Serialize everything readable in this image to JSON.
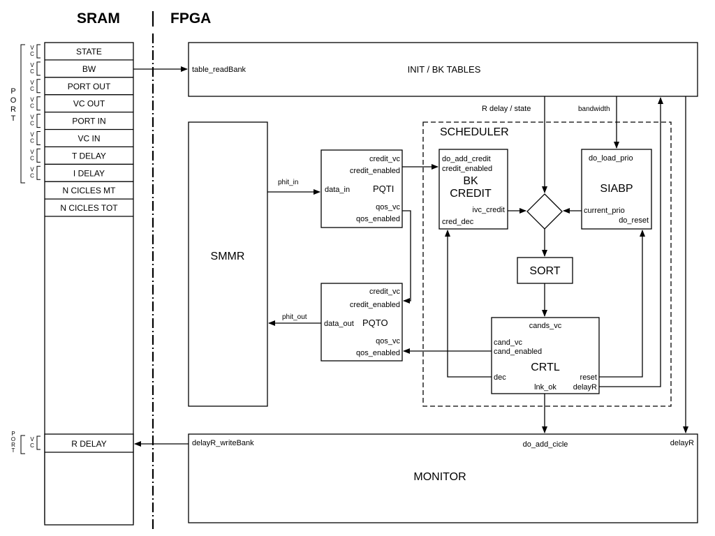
{
  "headers": {
    "left": "SRAM",
    "right": "FPGA"
  },
  "sram_rows": [
    "STATE",
    "BW",
    "PORT OUT",
    "VC OUT",
    "PORT IN",
    "VC IN",
    "T DELAY",
    "I DELAY",
    "N CICLES MT",
    "N CICLES TOT"
  ],
  "sram_rdelay": "R DELAY",
  "vc_tag": [
    "V",
    "C"
  ],
  "port_tag": [
    "P",
    "O",
    "R",
    "T"
  ],
  "blocks": {
    "init": {
      "title": "INIT / BK TABLES",
      "port_in": "table_readBank"
    },
    "smmr": {
      "title": "SMMR"
    },
    "scheduler": {
      "title": "SCHEDULER"
    },
    "pqti": {
      "title": "PQTI",
      "ports": [
        "credit_vc",
        "credit_enabled",
        "data_in",
        "qos_vc",
        "qos_enabled"
      ]
    },
    "pqto": {
      "title": "PQTO",
      "ports": [
        "credit_vc",
        "credit_enabled",
        "data_out",
        "qos_vc",
        "qos_enabled"
      ]
    },
    "bkcredit": {
      "title1": "BK",
      "title2": "CREDIT",
      "ports": [
        "do_add_credit",
        "credit_enabled",
        "ivc_credit",
        "cred_dec"
      ]
    },
    "siabp": {
      "title": "SIABP",
      "ports": [
        "do_load_prio",
        "current_prio",
        "do_reset"
      ]
    },
    "sort": {
      "title": "SORT"
    },
    "crtl": {
      "title": "CRTL",
      "ports": [
        "cands_vc",
        "cand_vc",
        "cand_enabled",
        "dec",
        "lnk_ok",
        "reset",
        "delayR"
      ]
    },
    "monitor": {
      "title": "MONITOR",
      "ports": [
        "delayR_writeBank",
        "do_add_cicle",
        "delayR"
      ]
    }
  },
  "signals": {
    "r_delay_state": "R delay / state",
    "bandwidth": "bandwidth",
    "phit_in": "phit_in",
    "phit_out": "phit_out"
  }
}
